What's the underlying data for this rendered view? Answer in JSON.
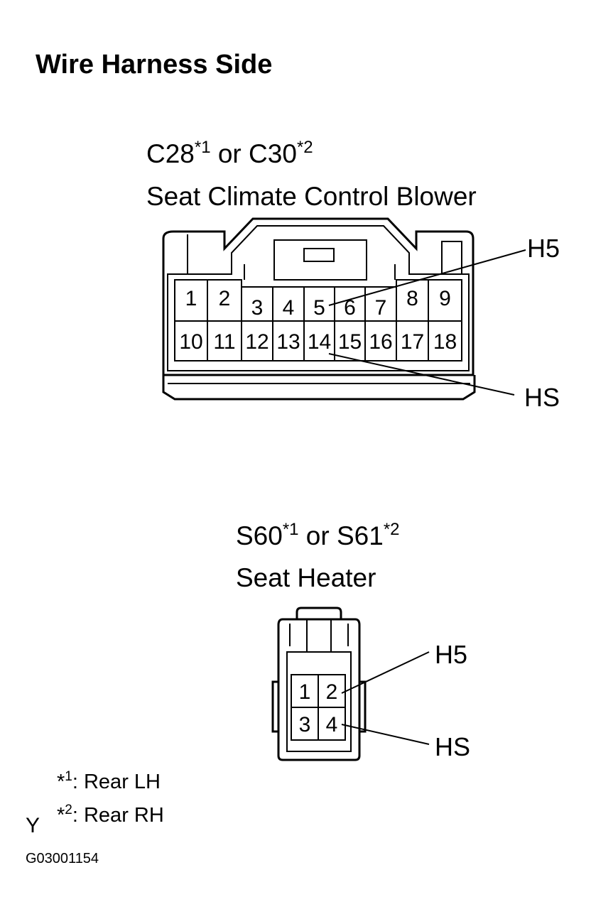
{
  "heading": "Wire Harness Side",
  "connector_top": {
    "id_a": "C28",
    "mark_a": "*1",
    "joiner": " or ",
    "id_b": "C30",
    "mark_b": "*2",
    "name": "Seat Climate Control Blower",
    "pins_row1": [
      "1",
      "2",
      "3",
      "4",
      "5",
      "6",
      "7",
      "8",
      "9"
    ],
    "pins_row2": [
      "10",
      "11",
      "12",
      "13",
      "14",
      "15",
      "16",
      "17",
      "18"
    ],
    "callout_upper": "H5",
    "callout_lower": "HS"
  },
  "connector_bottom": {
    "id_a": "S60",
    "mark_a": "*1",
    "joiner": " or ",
    "id_b": "S61",
    "mark_b": "*2",
    "name": "Seat Heater",
    "pins": [
      "1",
      "2",
      "3",
      "4"
    ],
    "callout_upper": "H5",
    "callout_lower": "HS"
  },
  "notes": [
    {
      "mark_star": "*",
      "mark_num": "1",
      "text": ": Rear LH"
    },
    {
      "mark_star": "*",
      "mark_num": "2",
      "text": ": Rear RH"
    }
  ],
  "corner_letter": "Y",
  "figure_code": "G03001154"
}
